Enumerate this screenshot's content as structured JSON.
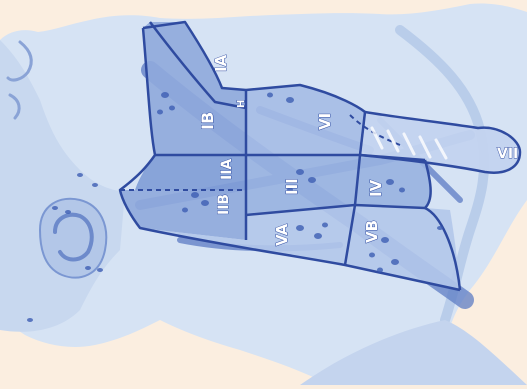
{
  "diagram": {
    "regions": [
      {
        "id": "IA",
        "label": "IA"
      },
      {
        "id": "IB",
        "label": "IB"
      },
      {
        "id": "IIA",
        "label": "IIA"
      },
      {
        "id": "IIB",
        "label": "IIB"
      },
      {
        "id": "III",
        "label": "III"
      },
      {
        "id": "IV",
        "label": "IV"
      },
      {
        "id": "VA",
        "label": "VA"
      },
      {
        "id": "VB",
        "label": "VB"
      },
      {
        "id": "VI",
        "label": "VI"
      },
      {
        "id": "VII",
        "label": "VII"
      },
      {
        "id": "H",
        "label": "H"
      }
    ],
    "colors": {
      "background": "#fbeee0",
      "skin": "#d6e3f4",
      "skin_shadow": "#b9cdea",
      "region_fill": "#8fa9dc",
      "region_dark": "#6f8ed0",
      "outline": "#2f4ba0",
      "muscle": "#5d7cc4",
      "node": "#3d5eb3"
    }
  }
}
